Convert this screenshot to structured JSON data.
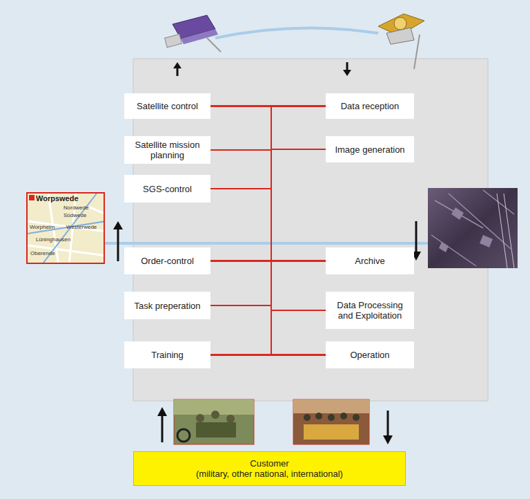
{
  "diagram": {
    "nodes": [
      {
        "text": [
          "Satellite control"
        ]
      },
      {
        "text": [
          "Data reception"
        ]
      },
      {
        "text": [
          "Satellite mission planning"
        ]
      },
      {
        "text": [
          "Image generation"
        ]
      },
      {
        "text": [
          "SGS-control"
        ]
      },
      {
        "text": [
          "Order-control"
        ]
      },
      {
        "text": [
          "Archive"
        ]
      },
      {
        "text": [
          "Task preperation"
        ]
      },
      {
        "text": [
          "Data Processing and Exploitation"
        ]
      },
      {
        "text": [
          "Training"
        ]
      },
      {
        "text": [
          "Operation"
        ]
      },
      {
        "text": [
          "Customer",
          "(military, other national, international)"
        ]
      }
    ],
    "edges": [
      {
        "from": 0,
        "to": 1,
        "arrow": "none"
      },
      {
        "from": 0,
        "to": 3,
        "arrow": "none"
      },
      {
        "from": 0,
        "to": 6,
        "arrow": "none"
      },
      {
        "from": 0,
        "to": 8,
        "arrow": "none"
      },
      {
        "from": 0,
        "to": 10,
        "arrow": "none"
      },
      {
        "from": 2,
        "to": 1,
        "arrow": "none"
      },
      {
        "from": 2,
        "to": 3,
        "arrow": "none"
      },
      {
        "from": 2,
        "to": 6,
        "arrow": "none"
      },
      {
        "from": 2,
        "to": 8,
        "arrow": "none"
      },
      {
        "from": 2,
        "to": 10,
        "arrow": "none"
      },
      {
        "from": 4,
        "to": 1,
        "arrow": "none"
      },
      {
        "from": 4,
        "to": 3,
        "arrow": "none"
      },
      {
        "from": 4,
        "to": 6,
        "arrow": "none"
      },
      {
        "from": 4,
        "to": 8,
        "arrow": "none"
      },
      {
        "from": 4,
        "to": 10,
        "arrow": "none"
      },
      {
        "from": 5,
        "to": 1,
        "arrow": "none"
      },
      {
        "from": 5,
        "to": 3,
        "arrow": "none"
      },
      {
        "from": 5,
        "to": 6,
        "arrow": "none"
      },
      {
        "from": 5,
        "to": 8,
        "arrow": "none"
      },
      {
        "from": 5,
        "to": 10,
        "arrow": "none"
      },
      {
        "from": 7,
        "to": 1,
        "arrow": "none"
      },
      {
        "from": 7,
        "to": 3,
        "arrow": "none"
      },
      {
        "from": 7,
        "to": 6,
        "arrow": "none"
      },
      {
        "from": 7,
        "to": 8,
        "arrow": "none"
      },
      {
        "from": 7,
        "to": 10,
        "arrow": "none"
      },
      {
        "from": 9,
        "to": 1,
        "arrow": "none"
      },
      {
        "from": 9,
        "to": 3,
        "arrow": "none"
      },
      {
        "from": 9,
        "to": 6,
        "arrow": "none"
      },
      {
        "from": 9,
        "to": 8,
        "arrow": "none"
      },
      {
        "from": 9,
        "to": 10,
        "arrow": "none"
      }
    ],
    "labels": [
      "Worpswede",
      "Nordwede",
      "Südwede",
      "Worpheim",
      "Westerwede",
      "Lüninghausen",
      "Oberende"
    ]
  }
}
